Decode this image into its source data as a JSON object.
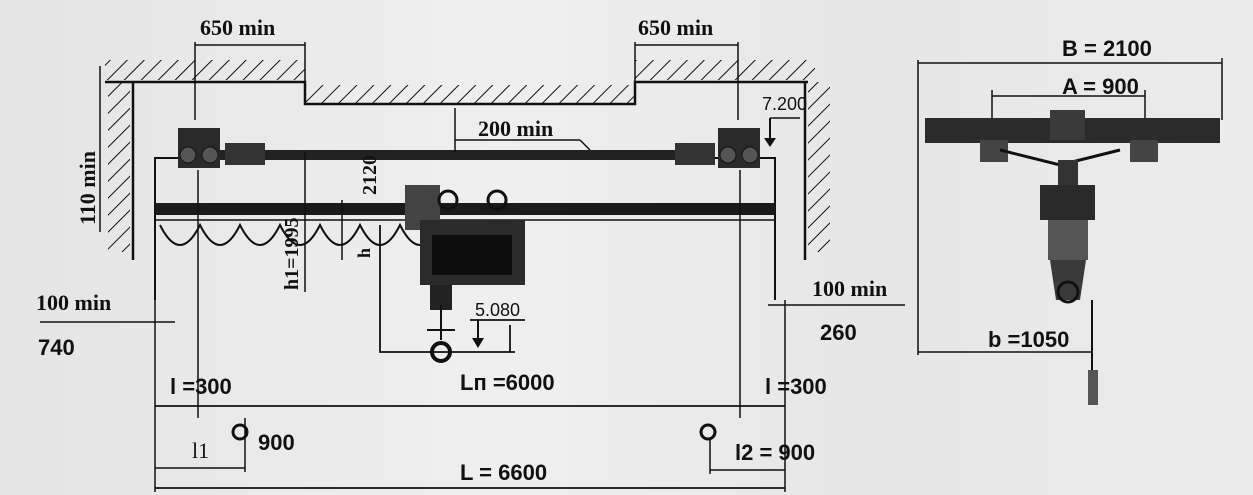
{
  "labels": {
    "left_clearance_top": "650 min",
    "right_clearance_top": "650 min",
    "height_110": "110 min",
    "center_gap": "200 min",
    "height_7200": "7.200",
    "h_2120": "2120",
    "h1_1995": "h1=1995",
    "h_mark": "h",
    "side_left_100": "100 min",
    "side_left_740": "740",
    "side_right_100": "100 min",
    "side_right_260": "260",
    "hook_5080": "5.080",
    "l_left": "l =300",
    "l_right": "l =300",
    "span_ln": "Lп =6000",
    "l1": "l1",
    "l1_value": "900",
    "l2": "l2 = 900",
    "L_total": "L = 6600",
    "B_2100": "B = 2100",
    "A_900": "A = 900",
    "b_1050": "b =1050"
  },
  "colors": {
    "ink": "#111111",
    "paper": "#e9e9e9"
  }
}
